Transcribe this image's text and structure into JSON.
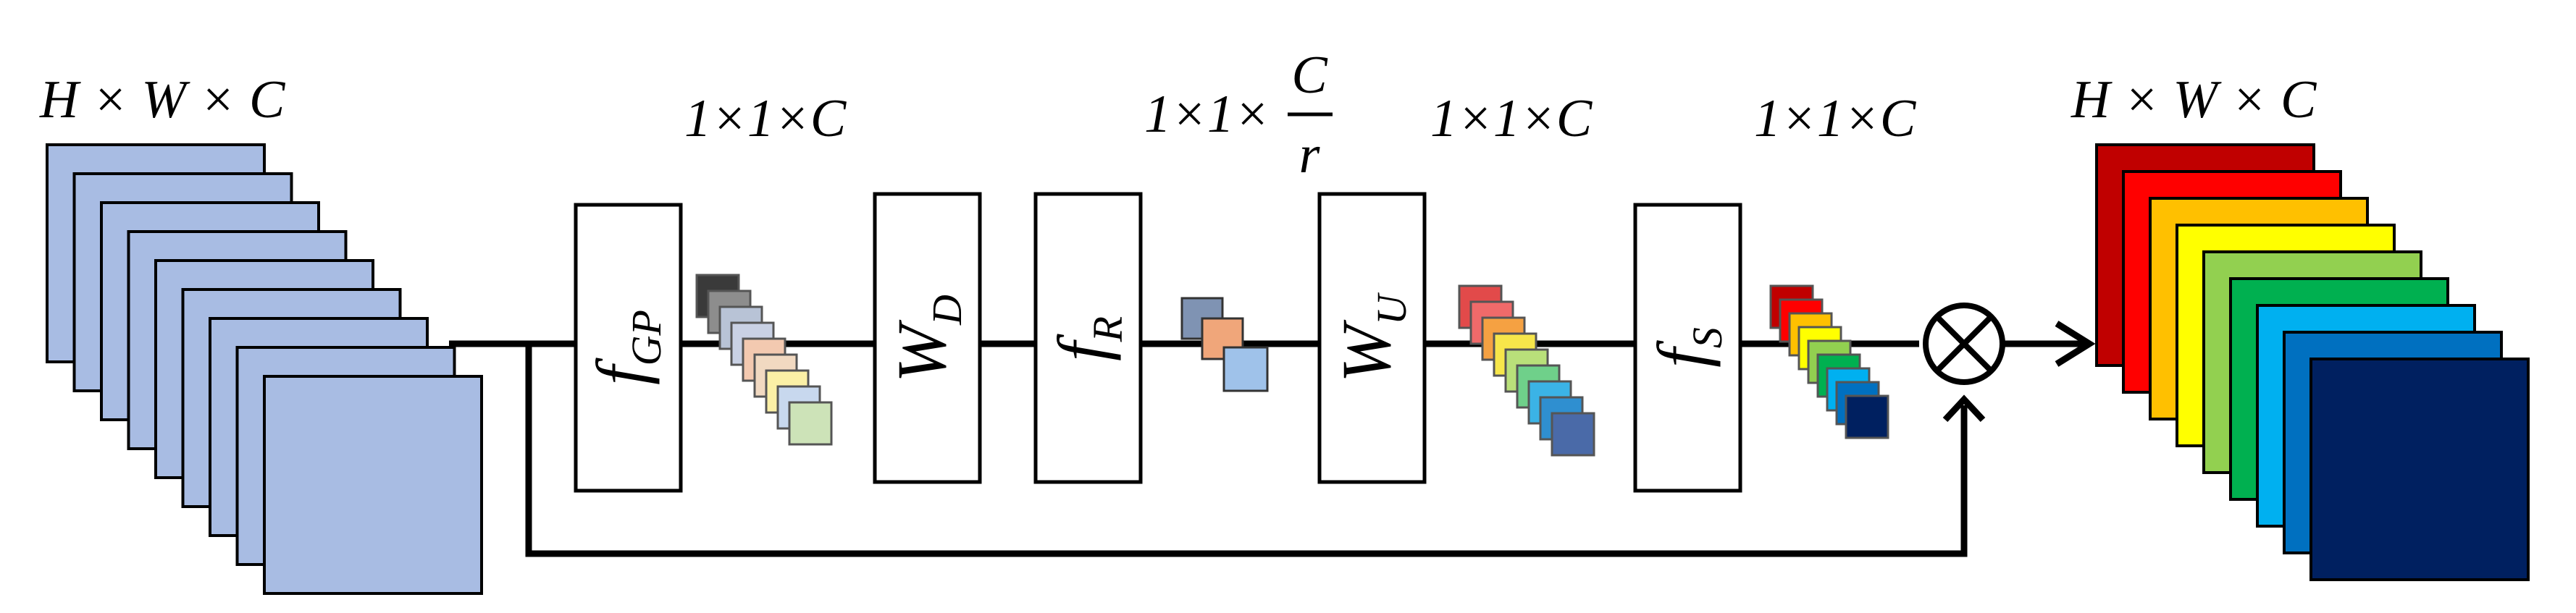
{
  "labels": {
    "input_dims": "H × W × C",
    "output_dims": "H × W × C",
    "gp_dims": "1×1×C",
    "reduce_prefix": "1×1×",
    "reduce_num": "C",
    "reduce_den": "r",
    "up_dims": "1×1×C",
    "scale_dims": "1×1×C"
  },
  "operators": {
    "gp": {
      "base": "f",
      "sub": "GP"
    },
    "wd": {
      "base": "W",
      "sub": "D"
    },
    "r": {
      "base": "f",
      "sub": "R"
    },
    "wu": {
      "base": "W",
      "sub": "U"
    },
    "s": {
      "base": "f",
      "sub": "S"
    }
  },
  "multiply_symbol": "⊗",
  "colors": {
    "input_fill": "#a8bce3",
    "input_stroke": "#000000",
    "gp_squares": [
      "#3a3a3a",
      "#8d8d8d",
      "#b8c3d6",
      "#c9d1e4",
      "#f3c9b0",
      "#f1d9c1",
      "#fbf0a6",
      "#c8d8ee",
      "#cde3b8"
    ],
    "reduce_squares": [
      "#7f93b3",
      "#f0a67a",
      "#9fc2ea"
    ],
    "up_squares": [
      "#e24a4a",
      "#f06a6a",
      "#f5a142",
      "#f7e64a",
      "#b9e07a",
      "#6fd08a",
      "#3bb3e6",
      "#2f8fd0",
      "#4a6aa8"
    ],
    "scale_squares": [
      "#c00000",
      "#ff0000",
      "#ffc000",
      "#ffff00",
      "#92d050",
      "#00b050",
      "#00b0f0",
      "#0070c0",
      "#002060"
    ],
    "output_layers": [
      "#c00000",
      "#ff0000",
      "#ffc000",
      "#ffff00",
      "#92d050",
      "#00b050",
      "#00b0f0",
      "#0070c0",
      "#002060"
    ]
  }
}
